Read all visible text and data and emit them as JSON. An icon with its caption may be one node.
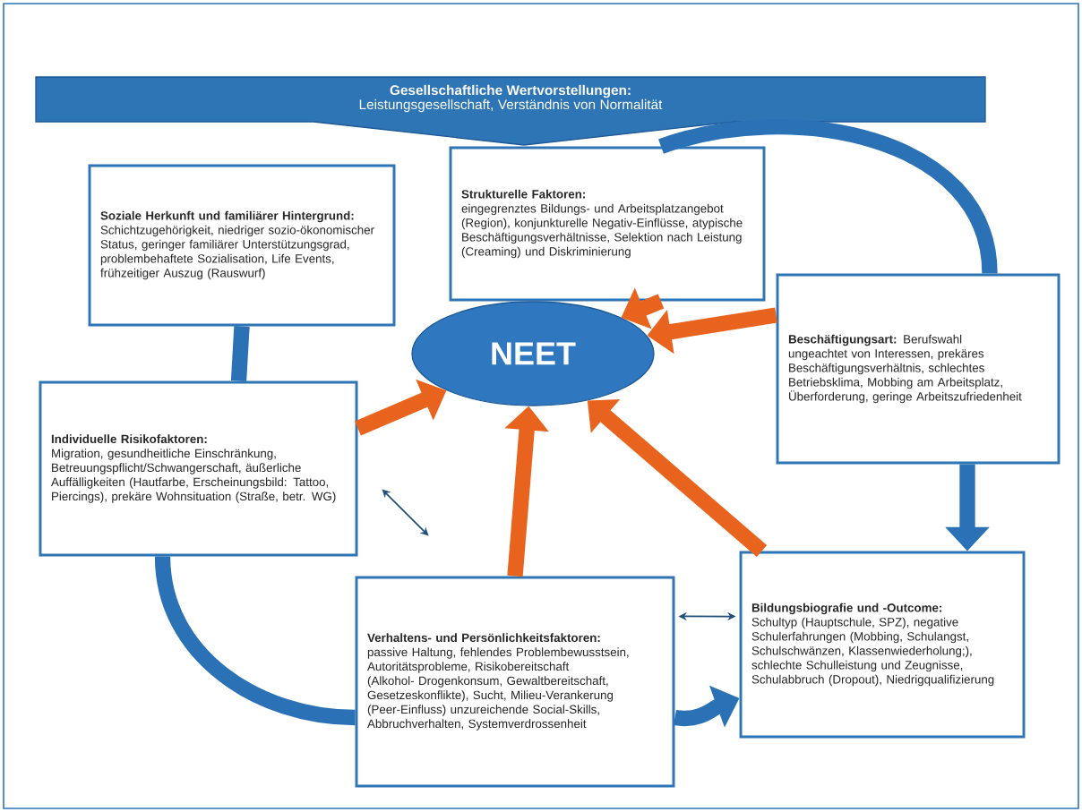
{
  "diagram": {
    "nodes": [
      {
        "text": [
          "Gesellschaftliche Wertvorstellungen:",
          "Leistungsgesellschaft, Verständnis von Normalität"
        ]
      },
      {
        "text": [
          "Soziale Herkunft und familiärer Hintergrund:",
          "Schichtzugehörigkeit, niedriger sozio-ökonomischer Status, geringer familiärer Unterstützungsgrad, problembehaftete Sozialisation, Life Events, frühzeitiger Auszug (Rauswurf)"
        ]
      },
      {
        "text": [
          "Strukturelle Faktoren:",
          "eingegrenztes Bildungs- und Arbeitsplatzangebot (Region), konjunkturelle Negativ-Einflüsse, atypische Beschäftigungsverhältnisse, Selektion nach Leistung (Creaming) und Diskriminierung"
        ]
      },
      {
        "text": [
          "Beschäftigungsart:",
          "Berufswahl ungeachtet von Interessen, prekäres Beschäftigungsverhältnis, schlechtes Betriebsklima, Mobbing am Arbeitsplatz, Überforderung, geringe Arbeitszufriedenheit"
        ]
      },
      {
        "text": [
          "NEET"
        ]
      },
      {
        "text": [
          "Individuelle Risikofaktoren:",
          "Migration, gesundheitliche Einschränkung, Betreuungspflicht/Schwangerschaft, äußerliche Auffälligkeiten (Hautfarbe, Erscheinungsbild: Tattoo, Piercings), prekäre Wohnsituation (Straße, betr. WG)"
        ]
      },
      {
        "text": [
          "Bildungsbiografie und -Outcome:",
          "Schultyp (Hauptschule, SPZ), negative Schulerfahrungen (Mobbing, Schulangst, Schulschwänzen, Klassenwiederholung;), schlechte Schulleistung und Zeugnisse, Schulabbruch (Dropout), Niedrigqualifizierung"
        ]
      },
      {
        "text": [
          "Verhaltens- und Persönlichkeitsfaktoren:",
          "passive Haltung, fehlendes Problembewusstsein, Autoritätsprobleme, Risikobereitschaft (Alkohol- Drogenkonsum, Gewaltbereitschaft, Gesetzeskonflikte), Sucht, Milieu-Verankerung (Peer-Einfluss) unzureichende Social-Skills, Abbruchverhalten, Systemverdrossenheit"
        ]
      }
    ],
    "edges": [
      {
        "from": 1,
        "to": 5,
        "arrow": "none",
        "color": "#2a72b5"
      },
      {
        "from": 5,
        "to": 7,
        "arrow": "none",
        "color": "#2a72b5"
      },
      {
        "from": 7,
        "to": 6,
        "arrow": "to",
        "color": "#2a72b5"
      },
      {
        "from": 2,
        "to": 3,
        "arrow": "none",
        "color": "#2a72b5"
      },
      {
        "from": 3,
        "to": 6,
        "arrow": "to",
        "color": "#2a72b5"
      },
      {
        "from": 2,
        "to": 4,
        "arrow": "to",
        "color": "#e8641e"
      },
      {
        "from": 3,
        "to": 4,
        "arrow": "to",
        "color": "#e8641e"
      },
      {
        "from": 5,
        "to": 4,
        "arrow": "to",
        "color": "#e8641e"
      },
      {
        "from": 7,
        "to": 4,
        "arrow": "to",
        "color": "#e8641e"
      },
      {
        "from": 6,
        "to": 4,
        "arrow": "to",
        "color": "#e8641e"
      },
      {
        "from": 5,
        "to": 7,
        "arrow": "both",
        "color": "#1f4e79"
      },
      {
        "from": 7,
        "to": 6,
        "arrow": "both",
        "color": "#1f4e79"
      }
    ]
  }
}
